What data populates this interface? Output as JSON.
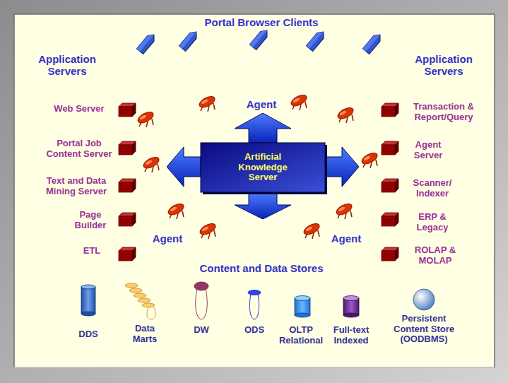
{
  "diagram": {
    "nodes": [
      {
        "text": [
          "Artificial Knowledge Server"
        ]
      }
    ],
    "labels": [
      "Application Servers",
      "Portal Browser Clients",
      "Application Servers",
      "Agent",
      "Web Server",
      "Transaction & Report/Query",
      "Portal Job Content Server",
      "Agent Server",
      "Text and Data Mining Server",
      "Scanner/ Indexer",
      "Page Builder",
      "ERP & Legacy",
      "Agent",
      "ETL",
      "Agent",
      "ROLAP & MOLAP",
      "Content and Data Stores",
      "DDS",
      "Data Marts",
      "DW",
      "ODS",
      "OLTP Relational",
      "Full-text Indexed",
      "Persistent Content Store (OODBMS)"
    ]
  }
}
